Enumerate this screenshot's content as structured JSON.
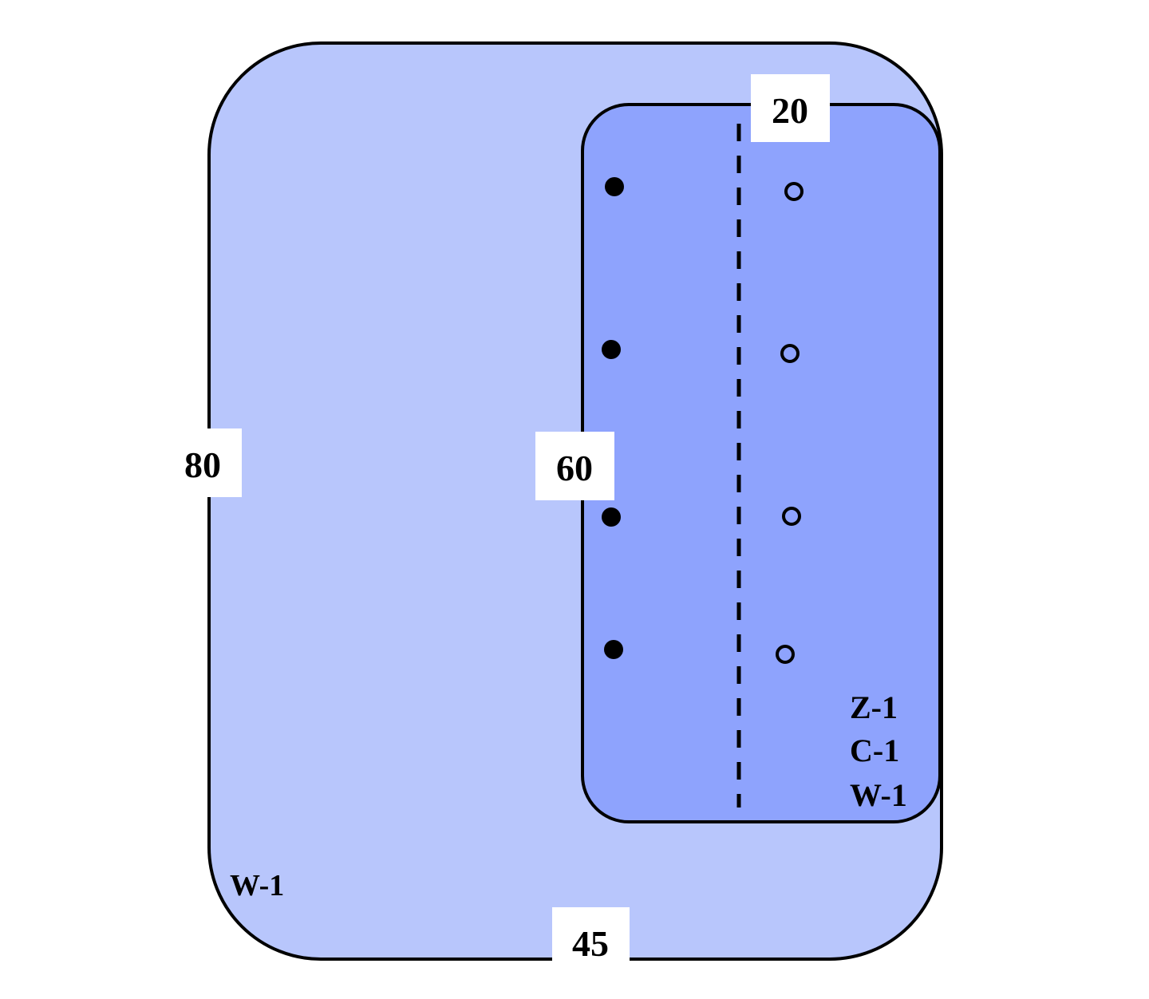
{
  "colors": {
    "outer_fill": "#b8c6fc",
    "inner_fill": "#8ea3fd",
    "stroke": "#000000",
    "label_bg": "#ffffff"
  },
  "outer_region": {
    "label": "W-1",
    "width_dimension": "45",
    "height_dimension": "80"
  },
  "inner_region": {
    "labels": [
      "Z-1",
      "C-1",
      "W-1"
    ],
    "height_dimension": "60",
    "offset_dimension": "20"
  },
  "markers": {
    "filled_count": 4,
    "open_count": 4,
    "filled_icon": "filled-circle",
    "open_icon": "open-circle"
  }
}
